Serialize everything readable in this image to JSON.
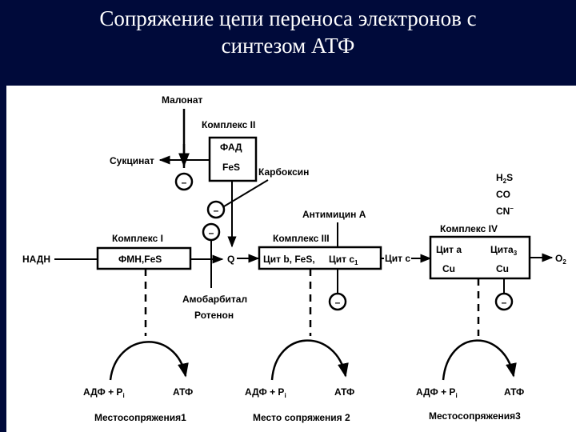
{
  "title": {
    "line1": "Сопряжение цепи переноса электронов с",
    "line2": "синтезом АТФ"
  },
  "diagram": {
    "malonate": "Малонат",
    "complex2": "Комплекс II",
    "fad": "ФАД",
    "fes_c2": "FeS",
    "succinate": "Сукцинат",
    "carboxin": "Карбоксин",
    "complex1": "Комплекс I",
    "fmn_fes": "ФМН,FeS",
    "nadh": "НАДН",
    "q": "Q",
    "amobarbital": "Амобарбитал",
    "rotenone": "Ротенон",
    "antimycin": "Антимицин А",
    "complex3": "Комплекс III",
    "cyt_b_fes": "Цит b, FeS,",
    "cyt_c1": "Цит c",
    "cyt_c1_sub": "1",
    "cyt_c": "Цит c",
    "h2s": "H",
    "h2s_sub": "2",
    "h2s_s": "S",
    "co": "CO",
    "cn": "CN",
    "cn_sup": "–",
    "complex4": "Комплекс IV",
    "cyt_a": "Цит a",
    "cyt_a3": "Цита",
    "cyt_a3_sub": "3",
    "cu1": "Cu",
    "cu2": "Cu",
    "o2": "O",
    "o2_sub": "2",
    "minus": "–",
    "adp": "АДФ + P",
    "pi_sub": "i",
    "atp": "АТФ",
    "site1": "Местосопряжения1",
    "site2": "Место сопряжения 2",
    "site3": "Местосопряжения3"
  }
}
